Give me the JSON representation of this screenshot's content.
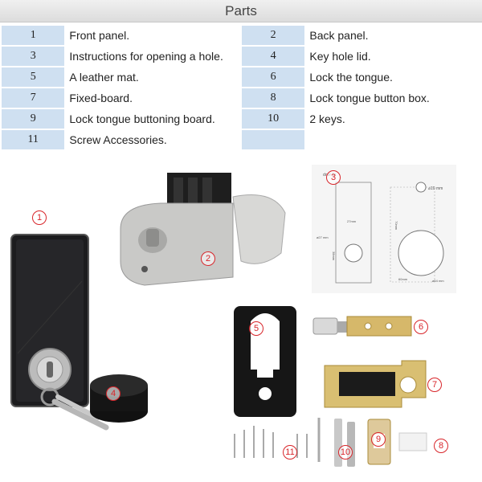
{
  "header": {
    "title": "Parts"
  },
  "parts": [
    {
      "n": "1",
      "label": "Front panel."
    },
    {
      "n": "2",
      "label": "Back panel."
    },
    {
      "n": "3",
      "label": "Instructions for opening a hole."
    },
    {
      "n": "4",
      "label": "Key hole lid."
    },
    {
      "n": "5",
      "label": "A leather mat."
    },
    {
      "n": "6",
      "label": "Lock the tongue."
    },
    {
      "n": "7",
      "label": "Fixed-board."
    },
    {
      "n": "8",
      "label": "Lock tongue button box."
    },
    {
      "n": "9",
      "label": "Lock tongue buttoning board."
    },
    {
      "n": "10",
      "label": "2 keys."
    },
    {
      "n": "11",
      "label": "Screw Accessories."
    }
  ],
  "callouts": [
    "1",
    "2",
    "3",
    "4",
    "5",
    "6",
    "7",
    "8",
    "9",
    "10",
    "11"
  ],
  "template": {
    "door_label": "door fix",
    "dim_10": "⌀10 mm",
    "dim_27": "27mm",
    "dim_27b": "⌀27 mm",
    "dim_70": "70mm",
    "dim_38": "38mm",
    "dim_60": "60mm",
    "dim_54": "⌀54 mm"
  },
  "colors": {
    "header_cell": "#cfe0f1",
    "callout": "#d8252a"
  }
}
